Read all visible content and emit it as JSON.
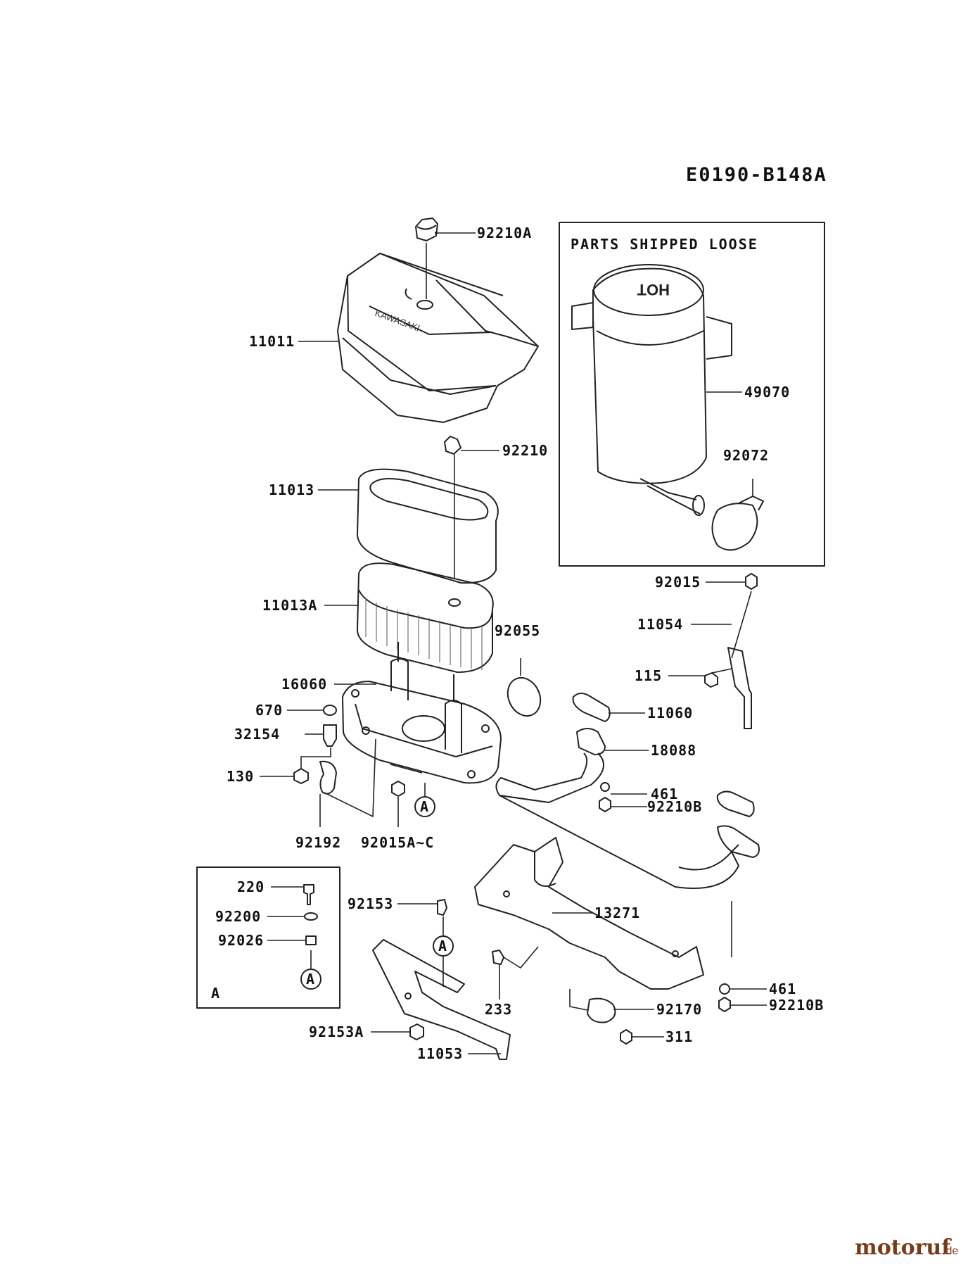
{
  "diagram_code": "E0190-B148A",
  "box_title": "PARTS SHIPPED LOOSE",
  "detail_box_label": "A",
  "callout_letter": "A",
  "watermark": {
    "main": "motoruf",
    "suffix": ".de"
  },
  "labels": {
    "p92210A": "92210A",
    "p11011": "11011",
    "p92210": "92210",
    "p11013": "11013",
    "p11013A": "11013A",
    "p92055": "92055",
    "p16060": "16060",
    "p670": "670",
    "p32154": "32154",
    "p130": "130",
    "p92192": "92192",
    "p92015AC": "92015A~C",
    "p49070": "49070",
    "p92072": "92072",
    "p92015": "92015",
    "p11054": "11054",
    "p115": "115",
    "p11060": "11060",
    "p18088": "18088",
    "p461a": "461",
    "p92210Ba": "92210B",
    "p220": "220",
    "p92200": "92200",
    "p92026": "92026",
    "p92153": "92153",
    "p13271": "13271",
    "p233": "233",
    "p92170": "92170",
    "p461b": "461",
    "p92210Bb": "92210B",
    "p311": "311",
    "p92153A": "92153A",
    "p11053": "11053"
  }
}
